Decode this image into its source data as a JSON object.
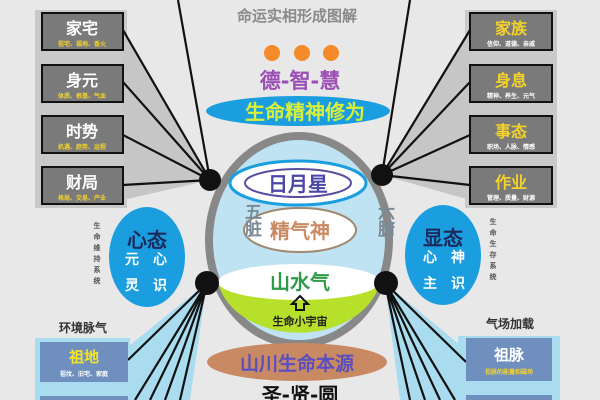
{
  "title": "命运实相形成图解",
  "top": {
    "virtues": "德-智-慧",
    "band": "生命精神修为"
  },
  "core": {
    "sun_moon_star": "日月星",
    "jing_qi_shen": "精气神",
    "shan_shui_qi": "山水气",
    "micro_cosmos": "生命小宇宙",
    "left_side": "五脏",
    "right_side": "六腑"
  },
  "left_boxes": [
    {
      "title": "家宅",
      "sub": "祖宅、福地、香火"
    },
    {
      "title": "身元",
      "sub": "体质、根基、气血"
    },
    {
      "title": "时势",
      "sub": "机遇、趋势、运程"
    },
    {
      "title": "财局",
      "sub": "格局、交易、产业"
    }
  ],
  "right_boxes": [
    {
      "title": "家族",
      "sub": "信仰、道德、亲戚"
    },
    {
      "title": "身息",
      "sub": "精神、养生、元气"
    },
    {
      "title": "事态",
      "sub": "职场、人脉、情感"
    },
    {
      "title": "作业",
      "sub": "管理、质量、财源"
    }
  ],
  "left_oval": {
    "title": "心态",
    "chars": [
      "元",
      "心",
      "灵",
      "识"
    ],
    "vertical_label": "生命维持系统"
  },
  "right_oval": {
    "title": "显态",
    "chars": [
      "心",
      "神",
      "主",
      "识"
    ],
    "vertical_label": "生命生存系统"
  },
  "bottom_left": {
    "label": "环境脉气",
    "box_title": "祖地",
    "box_sub": "祖坟、旧宅、家庭"
  },
  "bottom_right": {
    "label": "气场加载",
    "box_title": "祖脉",
    "box_sub": "祖脉的能量和磁场"
  },
  "bottom": {
    "source": "山川生命本源",
    "sages": "圣-贤-圆"
  },
  "colors": {
    "background": "#e8e8e8",
    "box_gray": "#7a7a7a",
    "accent_yellow": "#f2d22a",
    "oval_blue": "#1a9ee0",
    "band_blue": "#1a9ee0",
    "orange_dot": "#f58a2a",
    "purple_text": "#9b4fb5",
    "green_fill": "#b6e02a",
    "brown_oval": "#c98a63"
  }
}
